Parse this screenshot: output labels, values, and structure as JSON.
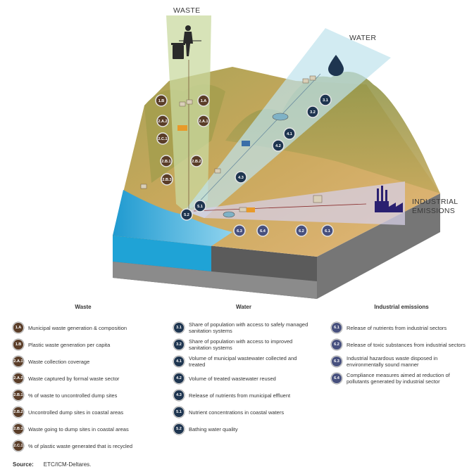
{
  "diagram": {
    "stream_titles": {
      "waste": "WASTE",
      "water": "WATER",
      "industrial_line1": "INDUSTRIAL",
      "industrial_line2": "EMISSIONS"
    },
    "badges": [
      {
        "code": "1.B",
        "stream": "waste"
      },
      {
        "code": "1.A",
        "stream": "waste"
      },
      {
        "code": "2.A.2",
        "stream": "waste"
      },
      {
        "code": "2.A.1",
        "stream": "waste"
      },
      {
        "code": "2.C.1",
        "stream": "waste"
      },
      {
        "code": "2.B.1",
        "stream": "waste"
      },
      {
        "code": "2.B.2",
        "stream": "waste"
      },
      {
        "code": "2.B.3",
        "stream": "waste"
      },
      {
        "code": "3.1",
        "stream": "water"
      },
      {
        "code": "3.2",
        "stream": "water"
      },
      {
        "code": "4.1",
        "stream": "water"
      },
      {
        "code": "4.2",
        "stream": "water"
      },
      {
        "code": "4.3",
        "stream": "water"
      },
      {
        "code": "5.1",
        "stream": "water"
      },
      {
        "code": "5.2",
        "stream": "water"
      },
      {
        "code": "6.3",
        "stream": "industrial"
      },
      {
        "code": "6.4",
        "stream": "industrial"
      },
      {
        "code": "6.2",
        "stream": "industrial"
      },
      {
        "code": "6.1",
        "stream": "industrial"
      }
    ],
    "icons": {
      "waste": "person-bin-icon",
      "water": "water-drop-icon",
      "industrial": "factory-icon"
    },
    "colors": {
      "waste_band": "#c9d9a0",
      "water_band": "#bfe3ec",
      "industrial_band": "#d5cfe6",
      "sea": "#2fa8d8",
      "waste_badge": "#5a3d28",
      "water_badge": "#1e3550",
      "industrial_badge": "#47507e"
    }
  },
  "legend": {
    "waste": {
      "heading": "Waste",
      "items": [
        {
          "code": "1.A",
          "text": "Municipal waste generation & composition"
        },
        {
          "code": "1.B",
          "text": "Plastic waste generation per capita"
        },
        {
          "code": "2.A.1",
          "text": "Waste collection coverage"
        },
        {
          "code": "2.A.2",
          "text": "Waste captured by formal waste sector"
        },
        {
          "code": "2.B.1",
          "text": "% of waste to uncontrolled dump sites"
        },
        {
          "code": "2.B.2",
          "text": "Uncontrolled dump sites in coastal areas"
        },
        {
          "code": "2.B.3",
          "text": "Waste going to dump sites in coastal areas"
        },
        {
          "code": "2.C.1",
          "text": "% of plastic waste generated that is recycled"
        }
      ]
    },
    "water": {
      "heading": "Water",
      "items": [
        {
          "code": "3.1",
          "text": "Share of population with access to safely managed sanitation systems"
        },
        {
          "code": "3.2",
          "text": "Share of population with access to improved sanitation systems"
        },
        {
          "code": "4.1",
          "text": "Volume of municipal wastewater collected and treated"
        },
        {
          "code": "4.2",
          "text": "Volume of treated wastewater reused"
        },
        {
          "code": "4.3",
          "text": "Release of nutrients from municipal effluent"
        },
        {
          "code": "5.1",
          "text": "Nutrient concentrations in coastal waters"
        },
        {
          "code": "5.2",
          "text": "Bathing water quality"
        }
      ]
    },
    "industrial": {
      "heading": "Industrial emissions",
      "items": [
        {
          "code": "6.1",
          "text": "Release of nutrients from industrial sectors"
        },
        {
          "code": "6.2",
          "text": "Release of toxic substances from industrial sectors"
        },
        {
          "code": "6.3",
          "text": "Industrial hazardous waste disposed in environmentally sound manner"
        },
        {
          "code": "6.4",
          "text": "Compliance measures aimed at reduction of pollutants generated by industrial sector"
        }
      ]
    }
  },
  "source": {
    "label": "Source:",
    "text": "ETC/ICM-Deltares."
  }
}
